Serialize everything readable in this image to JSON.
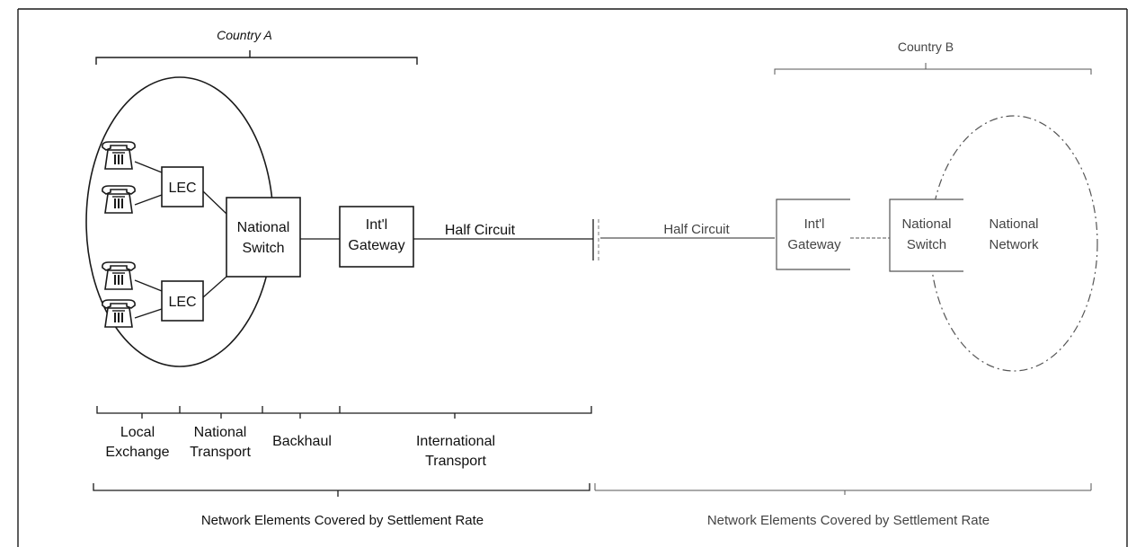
{
  "country_a": {
    "title": "Country A",
    "lec_top": "LEC",
    "lec_bottom": "LEC",
    "national_switch": [
      "National",
      "Switch"
    ],
    "intl_gateway": [
      "Int'l",
      "Gateway"
    ],
    "half_circuit": "Half Circuit",
    "segments": {
      "local_exchange": [
        "Local",
        "Exchange"
      ],
      "national_transport": [
        "National",
        "Transport"
      ],
      "backhaul": "Backhaul",
      "international_transport": [
        "International",
        "Transport"
      ]
    },
    "coverage": "Network Elements Covered by Settlement Rate"
  },
  "country_b": {
    "title": "Country B",
    "half_circuit": "Half Circuit",
    "intl_gateway": [
      "Int'l",
      "Gateway"
    ],
    "national_switch": [
      "National",
      "Switch"
    ],
    "national_network": [
      "National",
      "Network"
    ],
    "coverage": "Network Elements Covered by Settlement Rate"
  },
  "colors": {
    "line_a": "#1a1a1a",
    "line_b": "#555555",
    "background": "#ffffff"
  },
  "icons": {
    "telephone": "telephone-icon"
  }
}
